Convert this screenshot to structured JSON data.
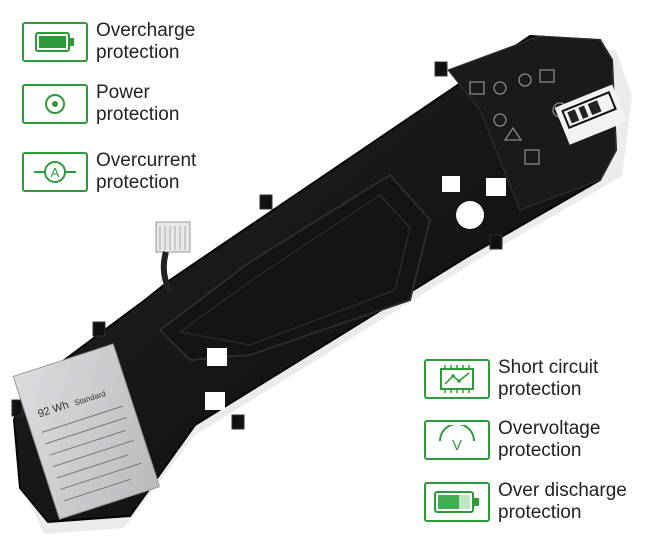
{
  "features_left": [
    {
      "label": "Overcharge\nprotection",
      "icon": "battery-full-icon"
    },
    {
      "label": "Power\nprotection",
      "icon": "power-icon"
    },
    {
      "label": "Overcurrent\nprotection",
      "icon": "ammeter-icon"
    }
  ],
  "features_right": [
    {
      "label": "Short circuit\nprotection",
      "icon": "circuit-board-icon"
    },
    {
      "label": "Overvoltage\nprotection",
      "icon": "voltmeter-icon"
    },
    {
      "label": "Over discharge\nprotection",
      "icon": "battery-low-icon"
    }
  ],
  "battery_label": {
    "capacity": "92 Wh",
    "grade": "Standard"
  },
  "colors": {
    "accent": "#2e9a3a",
    "battery_body": "#1b1b1d",
    "label_sticker": "#cfd0d2"
  }
}
